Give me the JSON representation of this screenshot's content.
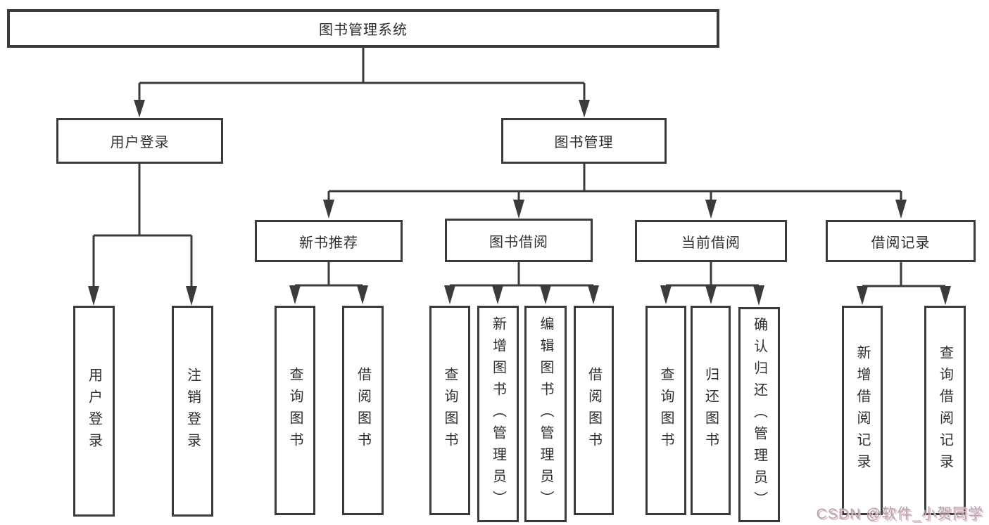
{
  "tree": {
    "label": "图书管理系统",
    "children": [
      {
        "label": "用户登录",
        "children": [
          {
            "label": "用户登录"
          },
          {
            "label": "注销登录"
          }
        ]
      },
      {
        "label": "图书管理",
        "children": [
          {
            "label": "新书推荐",
            "children": [
              {
                "label": "查询图书"
              },
              {
                "label": "借阅图书"
              }
            ]
          },
          {
            "label": "图书借阅",
            "children": [
              {
                "label": "查询图书"
              },
              {
                "label": "新增图书（管理员）"
              },
              {
                "label": "编辑图书（管理员）"
              },
              {
                "label": "借阅图书"
              }
            ]
          },
          {
            "label": "当前借阅",
            "children": [
              {
                "label": "查询图书"
              },
              {
                "label": "归还图书"
              },
              {
                "label": "确认归还（管理员）"
              }
            ]
          },
          {
            "label": "借阅记录",
            "children": [
              {
                "label": "新增借阅记录"
              },
              {
                "label": "查询借阅记录"
              }
            ]
          }
        ]
      }
    ]
  },
  "watermark": {
    "text": "CSDN @软件_小贺同学"
  },
  "colors": {
    "line": "#3b3b3b",
    "text": "#2f2f2f",
    "background": "#ffffff",
    "watermark": "#a9a9b1",
    "watermark_shadow": "#f3b6c8"
  }
}
